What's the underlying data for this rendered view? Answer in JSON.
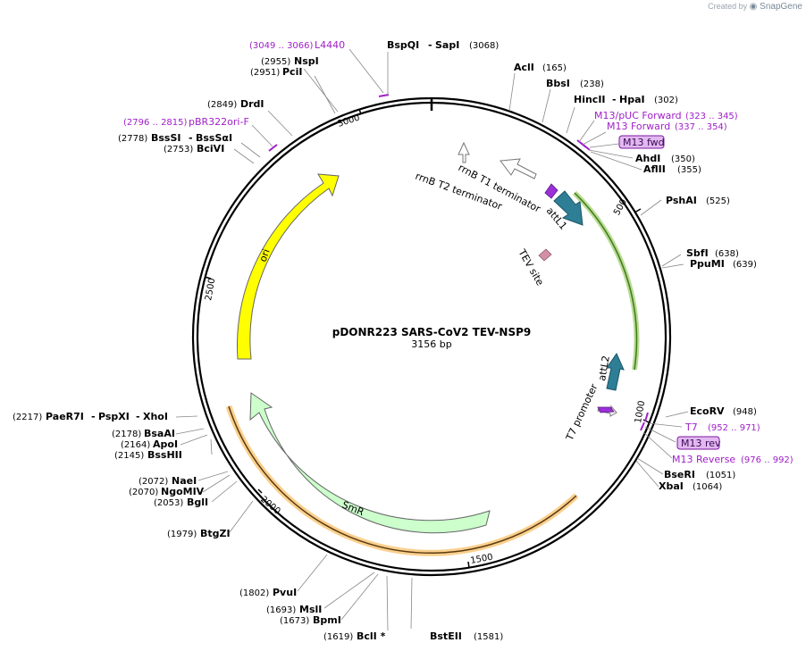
{
  "credit": {
    "prefix": "Created by",
    "brand": "SnapGene"
  },
  "plasmid": {
    "name": "pDONR223 SARS-CoV2 TEV-NSP9",
    "length_label": "3156 bp",
    "length": 3156
  },
  "ticks": [
    {
      "pos": 500,
      "label": "500"
    },
    {
      "pos": 1000,
      "label": "1000"
    },
    {
      "pos": 1500,
      "label": "1500"
    },
    {
      "pos": 2000,
      "label": "2000"
    },
    {
      "pos": 2500,
      "label": "2500"
    },
    {
      "pos": 3000,
      "label": "3000"
    }
  ],
  "sites": [
    {
      "name": "BspQI",
      "name2": "SapI",
      "pos": "(3068)"
    },
    {
      "name": "NspI",
      "pos": "(2955)"
    },
    {
      "name": "PciI",
      "pos": "(2951)"
    },
    {
      "name": "DrdI",
      "pos": "(2849)"
    },
    {
      "name": "BssSI",
      "name2": "BssSαI",
      "pos": "(2778)"
    },
    {
      "name": "BciVI",
      "pos": "(2753)"
    },
    {
      "name": "AclI",
      "pos": "(165)"
    },
    {
      "name": "BbsI",
      "pos": "(238)"
    },
    {
      "name": "HincII",
      "name2": "HpaI",
      "pos": "(302)"
    },
    {
      "name": "AhdI",
      "pos": "(350)"
    },
    {
      "name": "AflII",
      "pos": "(355)"
    },
    {
      "name": "PshAI",
      "pos": "(525)"
    },
    {
      "name": "SbfI",
      "pos": "(638)"
    },
    {
      "name": "PpuMI",
      "pos": "(639)"
    },
    {
      "name": "EcoRV",
      "pos": "(948)"
    },
    {
      "name": "BseRI",
      "pos": "(1051)"
    },
    {
      "name": "XbaI",
      "pos": "(1064)"
    },
    {
      "name": "PaeR7I",
      "name2": "PspXI",
      "name3": "XhoI",
      "pos": "(2217)"
    },
    {
      "name": "BsaAI",
      "pos": "(2178)"
    },
    {
      "name": "ApoI",
      "pos": "(2164)"
    },
    {
      "name": "BssHII",
      "pos": "(2145)"
    },
    {
      "name": "NaeI",
      "pos": "(2072)"
    },
    {
      "name": "NgoMIV",
      "pos": "(2070)"
    },
    {
      "name": "BglI",
      "pos": "(2053)"
    },
    {
      "name": "BtgZI",
      "pos": "(1979)"
    },
    {
      "name": "PvuI",
      "pos": "(1802)"
    },
    {
      "name": "MslI",
      "pos": "(1693)"
    },
    {
      "name": "BpmI",
      "pos": "(1673)"
    },
    {
      "name": "BclI *",
      "pos": "(1619)"
    },
    {
      "name": "BstEII",
      "pos": "(1581)"
    }
  ],
  "primers": [
    {
      "name": "L4440",
      "pos": "(3049 .. 3066)"
    },
    {
      "name": "pBR322ori-F",
      "pos": "(2796 .. 2815)"
    },
    {
      "name": "M13/pUC Forward",
      "pos": "(323 .. 345)"
    },
    {
      "name": "M13 Forward",
      "pos": "(337 .. 354)"
    },
    {
      "name": "M13 fwd",
      "pos": ""
    },
    {
      "name": "T7",
      "pos": "(952 .. 971)"
    },
    {
      "name": "M13 rev",
      "pos": ""
    },
    {
      "name": "M13 Reverse",
      "pos": "(976 .. 992)"
    }
  ],
  "features": [
    {
      "name": "rrnB T2 terminator"
    },
    {
      "name": "rrnB T1 terminator"
    },
    {
      "name": "attL1"
    },
    {
      "name": "TEV site"
    },
    {
      "name": "attL2"
    },
    {
      "name": "T7 promoter"
    },
    {
      "name": "ori"
    },
    {
      "name": "SmR"
    }
  ],
  "colors": {
    "primer": "#a020c8",
    "attL": "#2e7f96",
    "ori": "#ffff00",
    "SmR": "#ccffcc",
    "insert_arc": "#8bc34a",
    "orange_arc": "#f5b041",
    "tev": "#d48fa8"
  }
}
